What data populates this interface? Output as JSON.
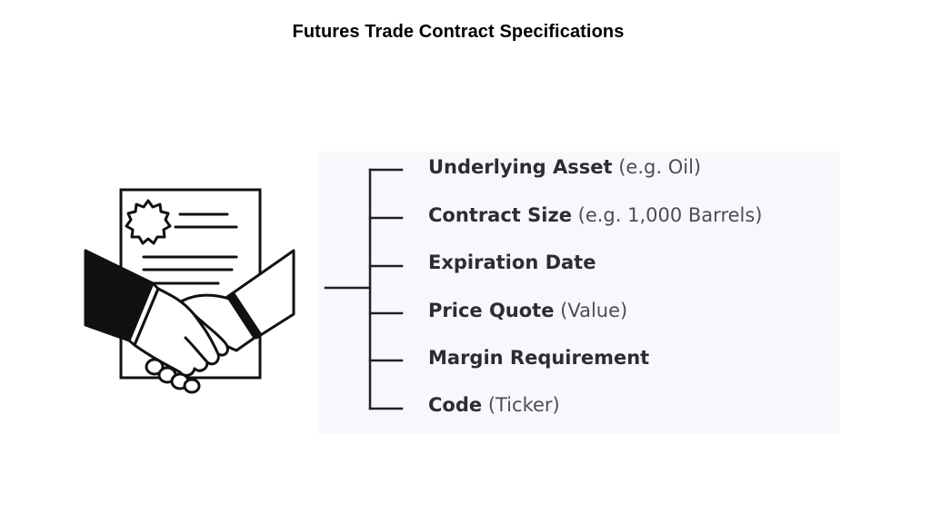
{
  "title": "Futures Trade Contract Specifications",
  "illustration": {
    "icon": "handshake-contract-icon"
  },
  "specs": [
    {
      "label": "Underlying Asset",
      "note": "(e.g. Oil)"
    },
    {
      "label": "Contract Size",
      "note": "(e.g. 1,000 Barrels)"
    },
    {
      "label": "Expiration Date",
      "note": ""
    },
    {
      "label": "Price Quote",
      "note": "(Value)"
    },
    {
      "label": "Margin Requirement",
      "note": ""
    },
    {
      "label": "Code",
      "note": "(Ticker)"
    }
  ],
  "colors": {
    "panel_background": "#f7f8fb",
    "text": "#2b2d31",
    "line": "#1f2023"
  }
}
